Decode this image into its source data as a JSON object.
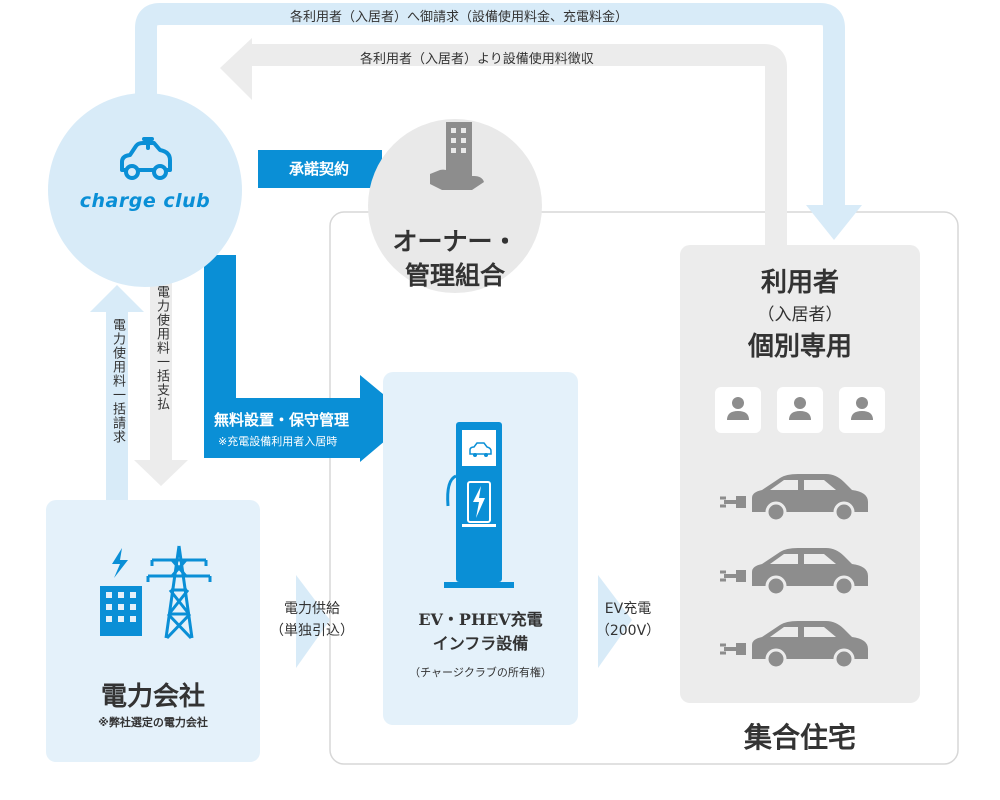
{
  "flows": {
    "billing_top": "各利用者（入居者）へ御請求（設備使用料金、充電料金）",
    "collection": "各利用者（入居者）より設備使用料徴収"
  },
  "charge_club": {
    "logo_text": "charge club",
    "icon": "electric-car-plug-icon"
  },
  "contract_label": "承諾契約",
  "owner": {
    "line1": "オーナー・",
    "line2": "管理組合",
    "icon": "building-hand-icon"
  },
  "housing": {
    "label": "集合住宅"
  },
  "residents": {
    "line1": "利用者",
    "line2": "（入居者）",
    "line3": "個別専用",
    "person_icons": [
      "person-icon",
      "person-icon",
      "person-icon"
    ],
    "car_icons": [
      "plug-car-icon",
      "plug-car-icon",
      "plug-car-icon"
    ]
  },
  "free_install": {
    "main": "無料設置・保守管理",
    "note": "※充電設備利用者入居時"
  },
  "billing_vertical": {
    "left": "電力使用料一括請求",
    "right": "電力使用料一括支払"
  },
  "power_company": {
    "name": "電力会社",
    "note": "※弊社選定の電力会社",
    "icons": [
      "lightning-building-icon",
      "power-tower-icon"
    ]
  },
  "power_supply": {
    "line1": "電力供給",
    "line2": "（単独引込）"
  },
  "infra": {
    "line1": "EV・PHEV充電",
    "line2": "インフラ設備",
    "line3": "（チャージクラブの所有権）",
    "icon": "charging-station-icon"
  },
  "ev_charge": {
    "line1": "EV充電",
    "line2": "（200V）"
  },
  "colors": {
    "primary": "#0a8fd6",
    "light_blue": "#d9ecf8",
    "pale_blue": "#e4f1fa",
    "gray_panel": "#ececec",
    "icon_gray": "#8d8d8d"
  }
}
